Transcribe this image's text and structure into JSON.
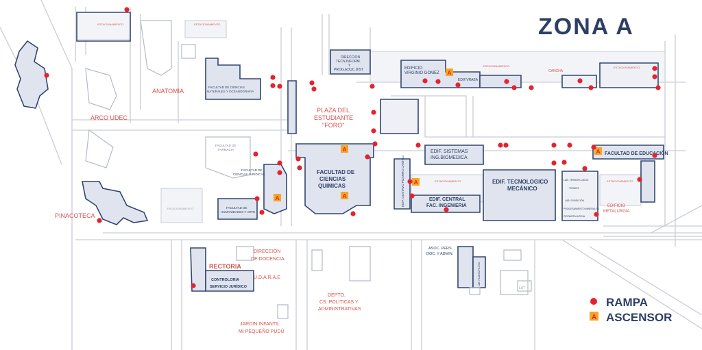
{
  "title": "ZONA A",
  "legend": {
    "ramp_label": "RAMPA",
    "elevator_label": "ASCENSOR",
    "elevator_glyph": "A"
  },
  "colors": {
    "ramp": "#e32430",
    "elevator_fill": "#f5a623",
    "building_fill": "#dfe4ef",
    "building_stroke": "#34466e",
    "label": "#d9534f",
    "title": "#2e3f66",
    "streets": "#c9cdd6"
  },
  "labels": {
    "anatomia": "ANATOMIA",
    "arco_udec": "ARCO UDEC",
    "pinacoteca": "PINACOTECA",
    "plaza_1": "PLAZA DEL",
    "plaza_2": "ESTUDIANTE",
    "plaza_3": "\"FORO\"",
    "fac_quimicas_1": "FACULTAD DE",
    "fac_quimicas_2": "CIENCIAS",
    "fac_quimicas_3": "QUIMICAS",
    "edif_virginio_1": "EDIFICIO",
    "edif_virginio_2": "VIRGINIO GOMEZ",
    "edif_vraea": "EDIF.VRAEA",
    "direccion_tec_1": "DIRECCION",
    "direccion_tec_2": "TECN.INFORM.",
    "direccion_tec_3": "Y",
    "direccion_tec_4": "PROG.EDUC.DIST",
    "fac_nat_1": "FACULTAD DE CIENCIAS",
    "fac_nat_2": "NATURALES Y OCEANOGRAFIA",
    "fac_farmacia_1": "FACULTAD DE",
    "fac_farmacia_2": "FARMACIA",
    "fac_juridicas_1": "FACULTAD DE",
    "fac_juridicas_2": "CIENCIAS JURIDICAS",
    "fac_humanidades_1": "FACULTAD DE",
    "fac_humanidades_2": "HUMANIDADES Y ARTE",
    "edif_sistemas_1": "EDIF. SISTEMAS",
    "edif_sistemas_2": "ING.BIOMEDICA",
    "fac_educacion": "FACULTAD DE EDUCACIÓN",
    "edif_tecnologico_1": "EDIF. TECNOLOGICO",
    "edif_tecnologico_2": "MECÁNICO",
    "edif_central_1": "EDIF. CENTRAL",
    "edif_central_2": "FAC. INGENIERIA",
    "edif_gustavo": "EDIF. GUSTAVO PIZARRO CASTRO",
    "edif_metalurgia_1": "EDIFICIO",
    "edif_metalurgia_2": "METALURGIA",
    "lab_termofluidos": "LAB. TERMOFLUIDOS",
    "termo": "TERMOT.",
    "lab_fundicion": "LAB. FUNDICIÓN",
    "proc_minerales": "PROCESAMIENTO MINERALES",
    "pirometalurgia": "PIROMETALURGIA",
    "estac_1": "ESTACIONAMIENTO",
    "estac_2": "ESTACIONAMIENTO",
    "estac_3": "ESTACIONAMIENTO",
    "estac_4": "ESTACIONAMIENTO",
    "estac_5": "ESTACIONAMIENTO",
    "estac_6": "ESTACIONAMIENTO",
    "cancha": "CANCHA",
    "rectoria": "RECTORIA",
    "contraloria_1": "CONTROLORIA",
    "contraloria_2": "SERVICIO JURÍDICO",
    "direccion_docencia_1": "DIRECCION",
    "direccion_docencia_2": "DE DOCENCIA",
    "udarae": "U.D.A.R.A.E",
    "jardin_1": "JARDIN INFANTIL",
    "jardin_2": "MI PEQUEÑO PUDÚ",
    "depto_1": "DEPTO.",
    "depto_2": "CS. POLITICAS Y",
    "depto_3": "ADMINISTRATIVAS",
    "asoc_1": "ASOC. PERS.",
    "asoc_2": "DOC. Y ADMIN.",
    "lat": "LAT",
    "vertical_lab": "LAB. PLANTA PILOTO"
  }
}
